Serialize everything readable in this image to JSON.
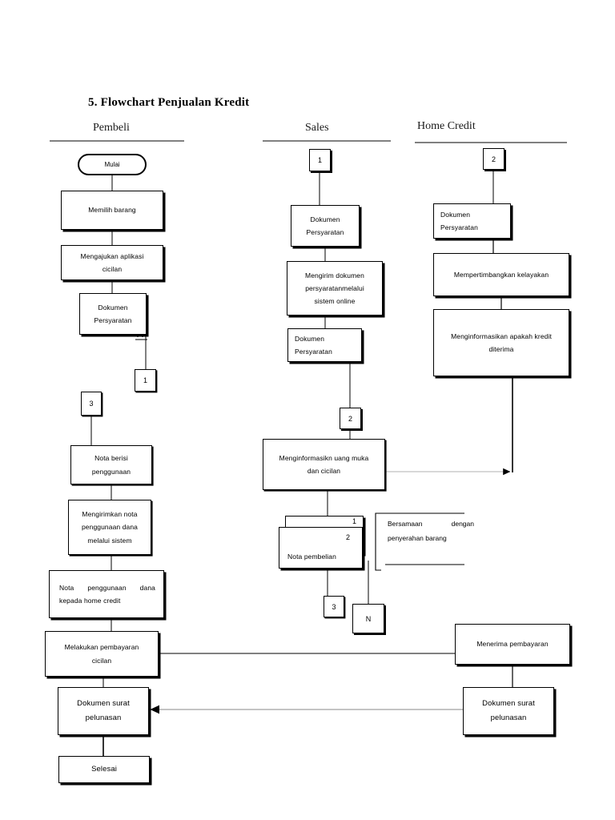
{
  "document": {
    "title": "5. Flowchart Penjualan Kredit"
  },
  "columns": [
    {
      "id": "pembeli",
      "label": "Pembeli"
    },
    {
      "id": "sales",
      "label": "Sales"
    },
    {
      "id": "home_credit",
      "label": "Home Credit"
    }
  ],
  "pembeli": {
    "start": "Mulai",
    "memilih_barang": "Memilih barang",
    "mengajukan_l1": "Mengajukan aplikasi",
    "mengajukan_l2": "cicilan",
    "dokumen_l1": "Dokumen",
    "dokumen_l2": "Persyaratan",
    "conn_1": "1",
    "conn_3": "3",
    "nota_berisi_l1": "Nota berisi",
    "nota_berisi_l2": "penggunaan",
    "mengirimkan_l1": "Mengirimkan nota",
    "mengirimkan_l2": "penggunaan dana",
    "mengirimkan_l3": "melalui sistem",
    "nota_kepada_l1a": "Nota",
    "nota_kepada_l1b": "penggunaan",
    "nota_kepada_l1c": "dana",
    "nota_kepada_l2": "kepada home credit",
    "melakukan_l1": "Melakukan pembayaran",
    "melakukan_l2": "cicilan",
    "dokumen_surat_l1": "Dokumen surat",
    "dokumen_surat_l2": "pelunasan",
    "selesai": "Selesai"
  },
  "sales": {
    "conn_1": "1",
    "dokumen_l1": "Dokumen",
    "dokumen_l2": "Persyaratan",
    "mengirim_l1": "Mengirim dokumen",
    "mengirim_l2": "persyaratanmelalui",
    "mengirim_l3": "sistem online",
    "dokumen2_l1": "Dokumen",
    "dokumen2_l2": "Persyaratan",
    "conn_2": "2",
    "menginformasikn_l1": "Menginformasikn uang muka",
    "menginformasikn_l2": "dan cicilan",
    "nota_stack_num1": "1",
    "nota_stack_num2": "2",
    "nota_pembelian": "Nota pembelian",
    "conn_3": "3",
    "conn_n": "N",
    "note_l1a": "Bersamaan",
    "note_l1b": "dengan",
    "note_l2": "penyerahan barang"
  },
  "home_credit": {
    "conn_2": "2",
    "dokumen_l1": "Dokumen",
    "dokumen_l2": "Persyaratan",
    "mempertimbangkan": "Mempertimbangkan kelayakan",
    "menginformasikan_l1": "Menginformasikan apakah kredit",
    "menginformasikan_l2": "diterima",
    "menerima_pembayaran": "Menerima pembayaran",
    "dokumen_surat_l1": "Dokumen surat",
    "dokumen_surat_l2": "pelunasan"
  },
  "colors": {
    "ink": "#000000",
    "paper": "#ffffff",
    "light_connector": "#b3b3b3"
  }
}
